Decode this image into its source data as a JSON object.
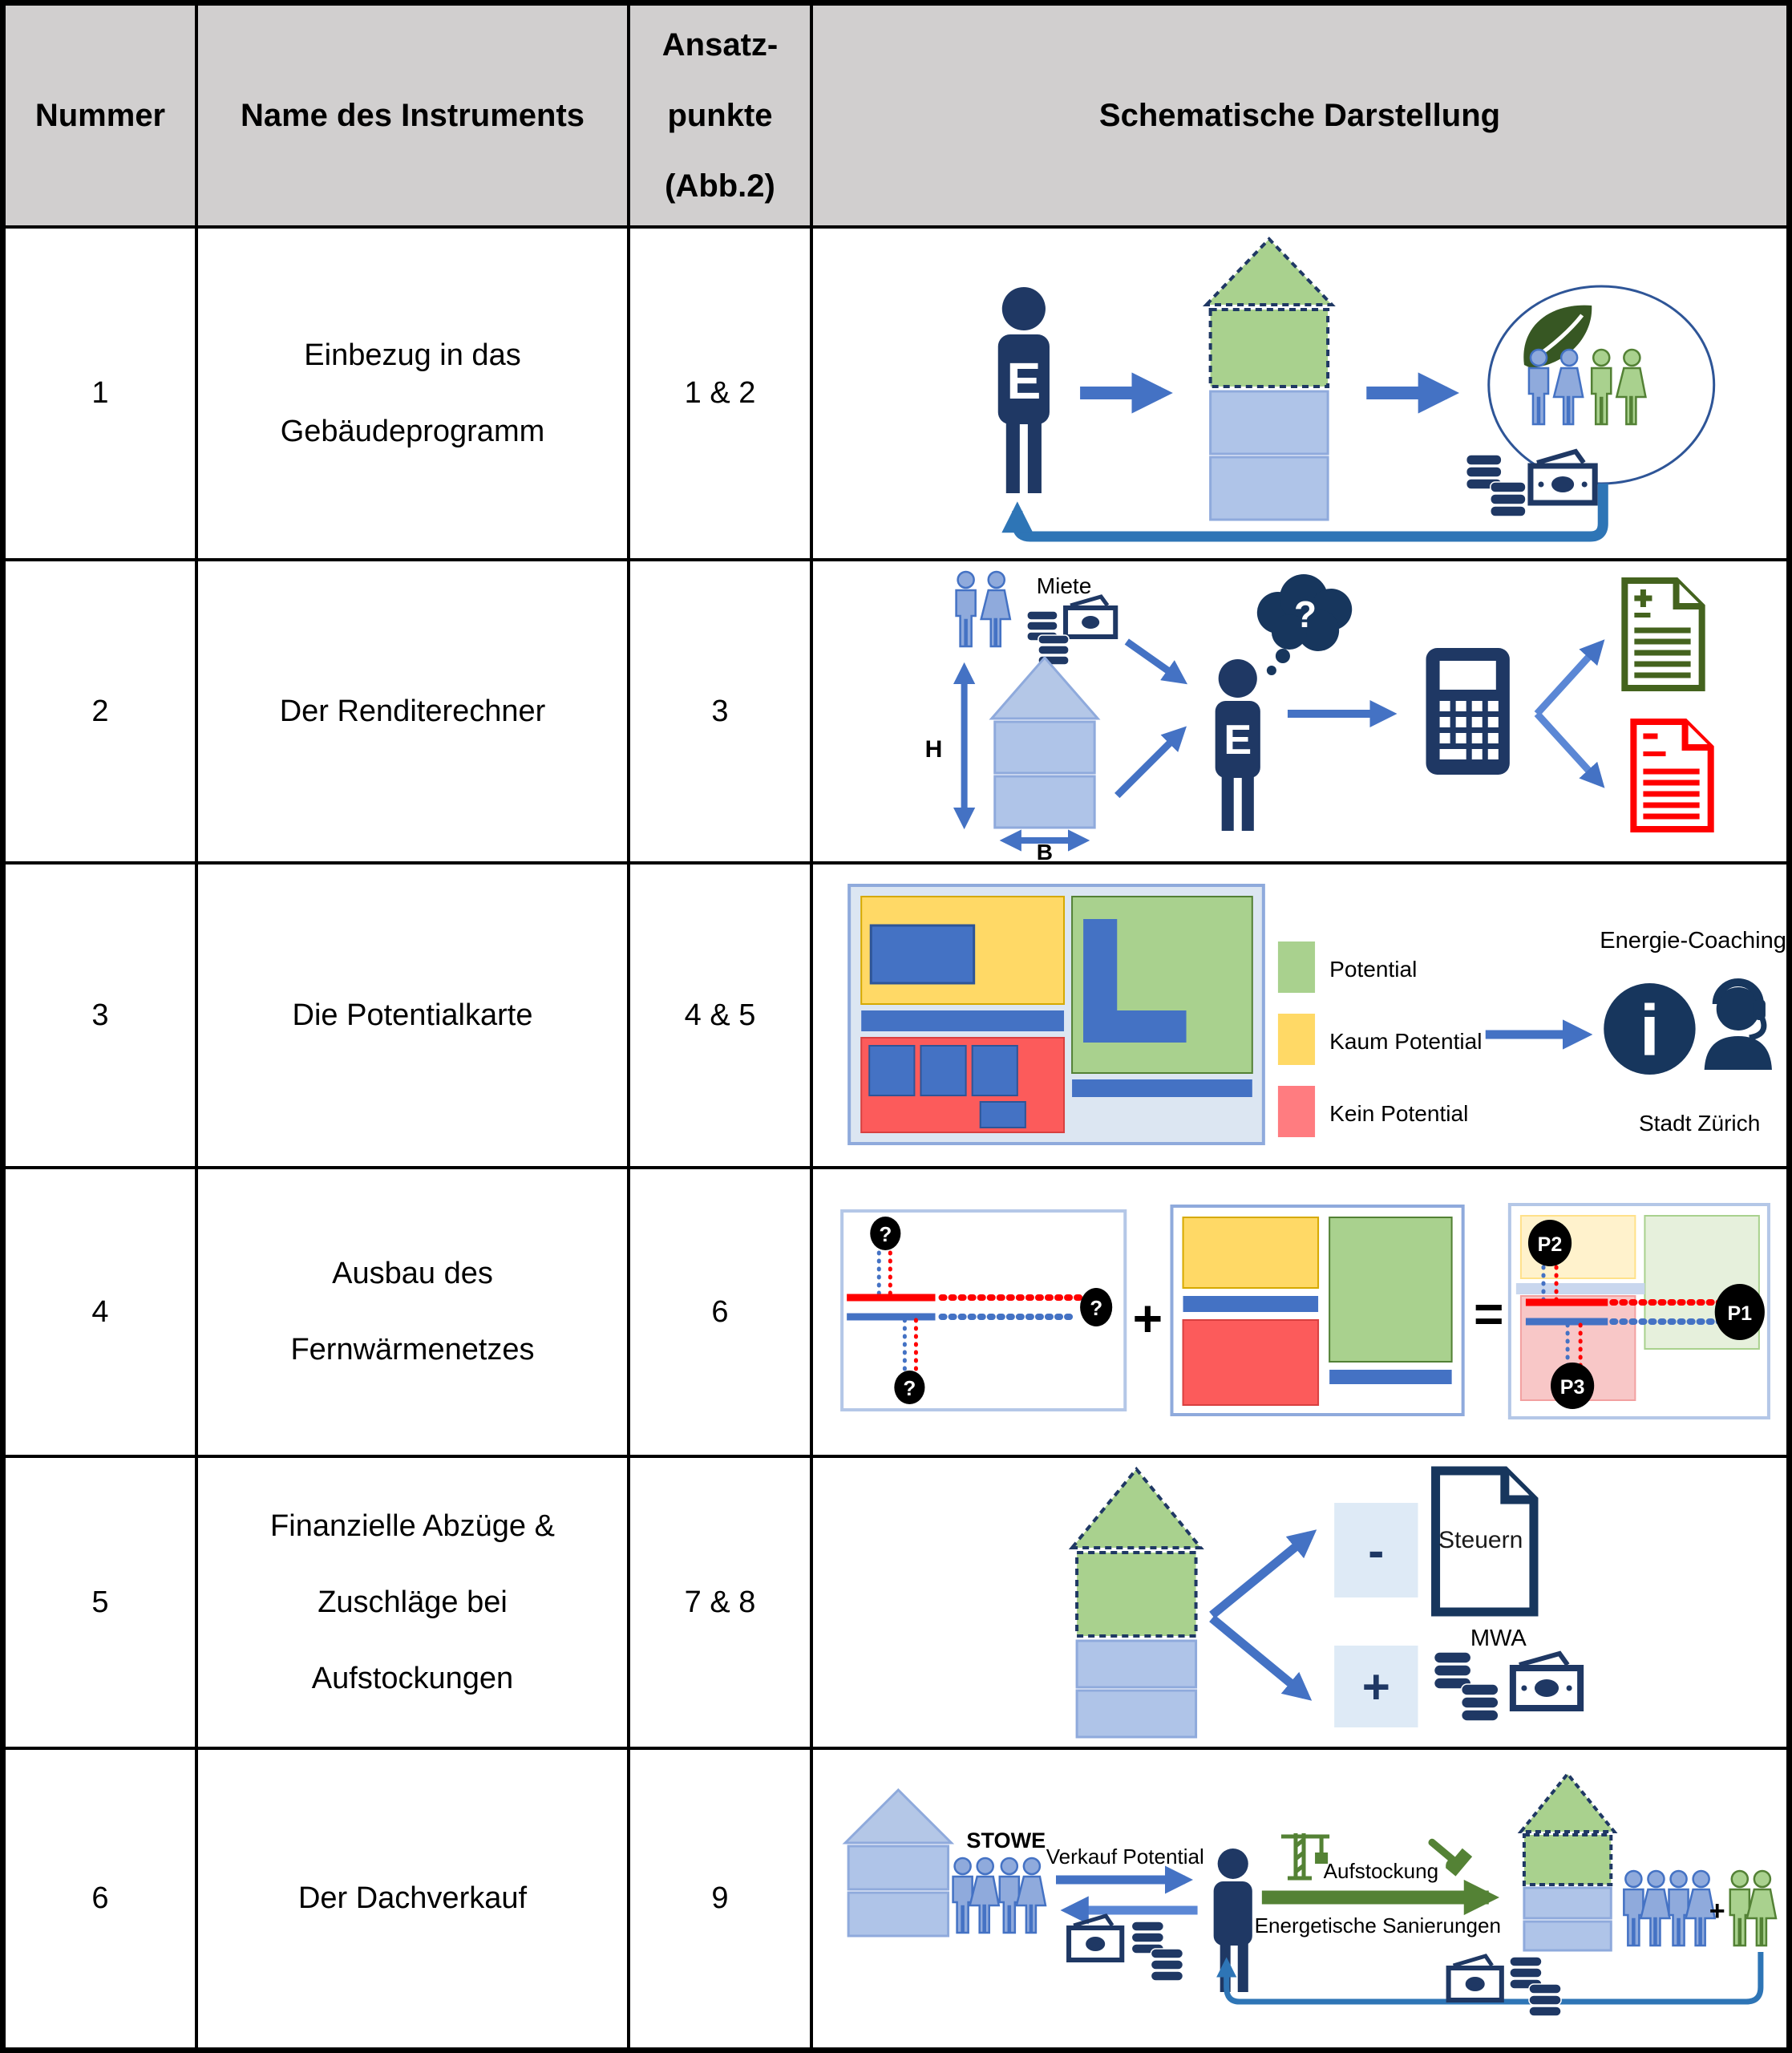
{
  "table": {
    "header": {
      "nummer": "Nummer",
      "name": "Name des Instruments",
      "ansatzpunkte_lines": [
        "Ansatz-",
        "punkte",
        "(Abb.2)"
      ],
      "schematische": "Schematische Darstellung"
    },
    "rows": [
      {
        "nummer": "1",
        "name_lines": [
          "Einbezug in das",
          "Gebäudeprogramm"
        ],
        "ansatzpunkte": "1 & 2"
      },
      {
        "nummer": "2",
        "name_lines": [
          "Der Renditerechner"
        ],
        "ansatzpunkte": "3"
      },
      {
        "nummer": "3",
        "name_lines": [
          "Die Potentialkarte"
        ],
        "ansatzpunkte": "4 & 5"
      },
      {
        "nummer": "4",
        "name_lines": [
          "Ausbau des",
          "Fernwärmenetzes"
        ],
        "ansatzpunkte": "6"
      },
      {
        "nummer": "5",
        "name_lines": [
          "Finanzielle Abzüge &",
          "Zuschläge bei",
          "Aufstockungen"
        ],
        "ansatzpunkte": "7 & 8"
      },
      {
        "nummer": "6",
        "name_lines": [
          "Der Dachverkauf"
        ],
        "ansatzpunkte": "9"
      }
    ]
  },
  "diagram1": {
    "owner_label": "E"
  },
  "diagram2": {
    "miete": "Miete",
    "height_label": "H",
    "width_label": "B",
    "owner_label": "E",
    "question_mark": "?"
  },
  "diagram3": {
    "legend": [
      {
        "label": "Potential",
        "color": "#A9D18E",
        "border": "#538135"
      },
      {
        "label": "Kaum Potential",
        "color": "#FFD966",
        "border": "#BF9000"
      },
      {
        "label": "Kein Potential",
        "color": "#FF7C80",
        "border": "#C00000"
      }
    ],
    "coaching_title": "Energie-Coaching",
    "coaching_subtitle": "Stadt Zürich",
    "info_glyph": "i"
  },
  "diagram4": {
    "question_mark": "?",
    "plus": "+",
    "equals": "=",
    "p1": "P1",
    "p2": "P2",
    "p3": "P3"
  },
  "diagram5": {
    "minus": "-",
    "plus": "+",
    "steuern": "Steuern",
    "mwa": "MWA"
  },
  "diagram6": {
    "stowe": "STOWE",
    "verkauf": "Verkauf Potential",
    "aufstockung": "Aufstockung",
    "sanierungen": "Energetische Sanierungen",
    "plus": "+"
  },
  "colors": {
    "navy": "#1F3864",
    "arrow_blue": "#4472C4",
    "loop_blue": "#2E75B6",
    "light_blue_fill": "#AFC4E8",
    "pale_blue_box": "#DEEAF6",
    "green_fill": "#A9D18E",
    "dark_green_leaf": "#375723",
    "action_green": "#548235",
    "map_yellow": "#FFD966",
    "map_red": "#FC5B5B",
    "doc_green": "#44631E",
    "doc_red": "#FF0000",
    "header_gray": "#D1CFCF"
  }
}
